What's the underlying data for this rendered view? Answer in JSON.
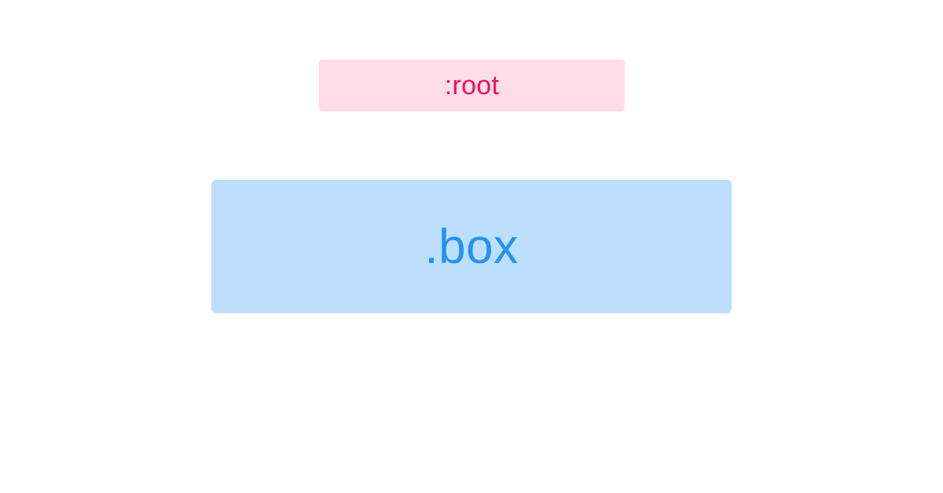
{
  "diagram": {
    "nodes": [
      {
        "id": "root",
        "label": ":root",
        "fill": "#FFDDE8",
        "text_color": "#F0105E"
      },
      {
        "id": "box",
        "label": ".box",
        "fill": "#BDDEFC",
        "text_color": "#2492F3"
      }
    ]
  }
}
